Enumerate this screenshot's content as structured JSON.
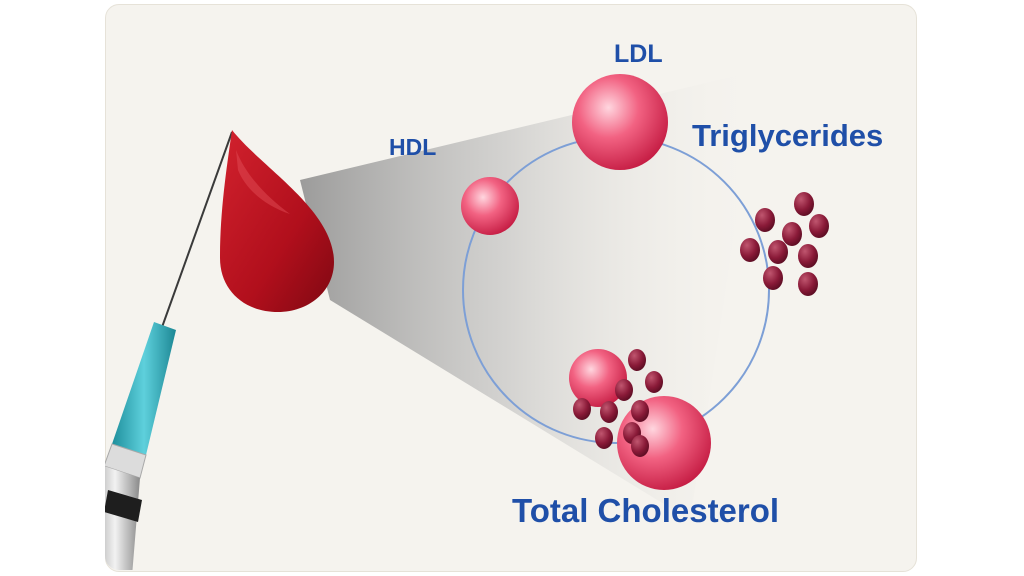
{
  "labels": {
    "ldl": "LDL",
    "hdl": "HDL",
    "triglycerides": "Triglycerides",
    "total_cholesterol": "Total Cholesterol"
  },
  "colors": {
    "label_blue": "#1f4fa8",
    "blood_red": "#b3101c",
    "sphere_pink": "#e23a5c",
    "particle_maroon": "#7a1530",
    "ring_blue": "#7d9fd6",
    "syringe_teal": "#2ea7b5",
    "panel_bg": "#f5f3ee"
  },
  "icons": {
    "drop": "blood-drop-icon",
    "syringe": "syringe-icon"
  }
}
